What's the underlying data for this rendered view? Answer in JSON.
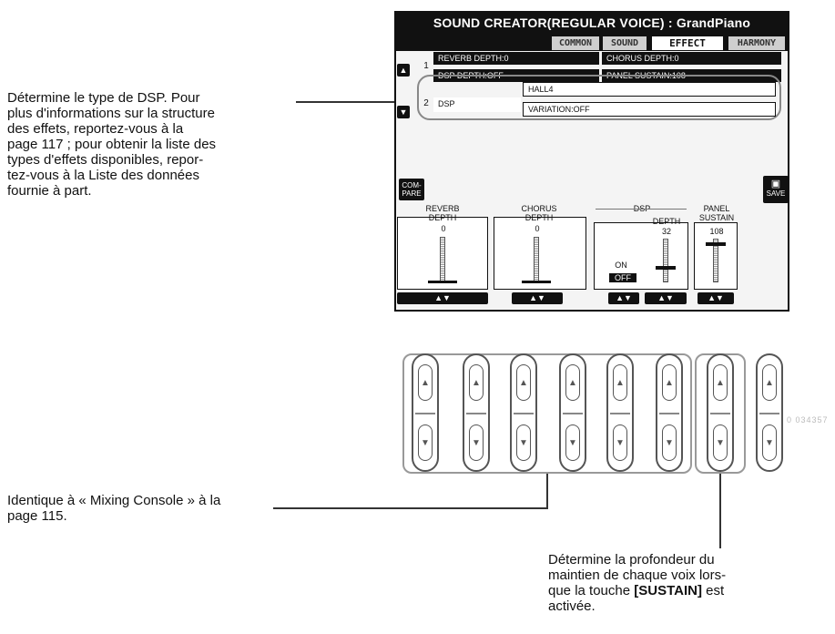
{
  "annotations": {
    "dsp_type": "Détermine le type de DSP. Pour\nplus d'informations sur la structure\ndes effets, reportez-vous à la\npage 117 ; pour obtenir la liste des\ntypes d'effets disponibles, repor-\ntez-vous à la Liste des données\nfournie à part.",
    "mixing_console": "Identique à « Mixing Console » à la\npage 115.",
    "sustain_pre": "Détermine la profondeur du\nmaintien de chaque voix lors-\nque la touche ",
    "sustain_key": "[SUSTAIN]",
    "sustain_post": " est\nactivée."
  },
  "lcd": {
    "title": "SOUND CREATOR(REGULAR VOICE) : GrandPiano",
    "tabs": [
      {
        "label": "COMMON",
        "active": false
      },
      {
        "label": "SOUND",
        "active": false
      },
      {
        "label": "EFFECT",
        "active": true
      },
      {
        "label": "HARMONY",
        "active": false
      }
    ],
    "row1": {
      "num": "1",
      "reverb": "REVERB DEPTH:0",
      "chorus": "CHORUS DEPTH:0",
      "dsp": "DSP DEPTH:OFF",
      "sustain": "PANEL SUSTAIN:108"
    },
    "row2": {
      "num": "2",
      "label": "DSP",
      "type": "HALL4",
      "variation": "VARIATION:OFF"
    },
    "compare_label": "COM-\nPARE",
    "save_label": "SAVE",
    "dsp_group_label": "DSP",
    "sliders": [
      {
        "label": "REVERB\nDEPTH",
        "value": "0"
      },
      {
        "label": "CHORUS\nDEPTH",
        "value": "0"
      },
      {
        "label": "DEPTH",
        "value": "32",
        "on": "ON",
        "off": "OFF"
      },
      {
        "label": "PANEL\nSUSTAIN",
        "value": "108"
      }
    ],
    "arrow": "▲▼"
  },
  "buttons": {
    "up": "▲",
    "down": "▼",
    "count": 8
  },
  "watermark": "0 034357"
}
